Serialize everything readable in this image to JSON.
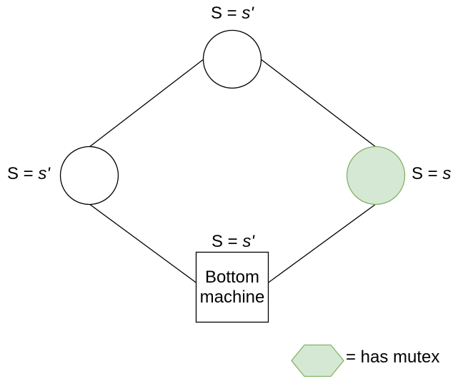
{
  "nodes": {
    "top": {
      "label_prefix": "S = ",
      "label_var": "s'"
    },
    "left": {
      "label_prefix": "S = ",
      "label_var": "s'"
    },
    "right": {
      "label_prefix": "S = ",
      "label_var": "s"
    },
    "bottom": {
      "label_prefix": "S = ",
      "label_var": "s'",
      "box_label": "Bottom machine"
    }
  },
  "legend": {
    "label": "= has mutex"
  },
  "colors": {
    "mutex_fill": "#d5e8d4",
    "mutex_stroke": "#82b366",
    "node_fill": "#ffffff",
    "node_stroke": "#000000",
    "edge_color": "#000000"
  }
}
